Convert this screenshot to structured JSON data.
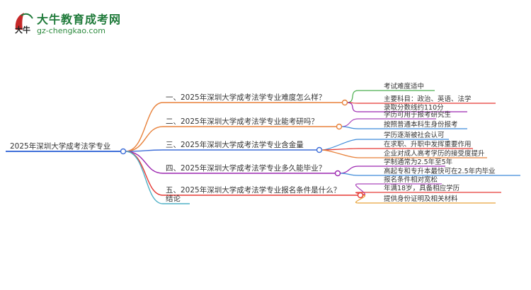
{
  "brand": {
    "logo_glyph": "大牛",
    "name": "大牛教育成考网",
    "url": "gz-chengkao.com"
  },
  "mindmap": {
    "root": "2025年深圳大学成考法学专业",
    "branches": [
      {
        "label": "一、2025年深圳大学成考法学专业难度怎么样？",
        "color": "#e8813a",
        "leaves": [
          {
            "text": "考试难度适中",
            "color": "#4caf50"
          },
          {
            "text": "主要科目：政治、英语、法学",
            "color": "#e53935"
          },
          {
            "text": "录取分数线约110分",
            "color": "#9c27b0"
          }
        ]
      },
      {
        "label": "二、2025年深圳大学成考法学专业能考研吗？",
        "color": "#e8813a",
        "leaves": [
          {
            "text": "学历可用于报考研究生",
            "color": "#ab47bc"
          },
          {
            "text": "按照普通本科生身份报考",
            "color": "#3f8bd9"
          }
        ]
      },
      {
        "label": "三、2025年深圳大学成考法学专业含金量",
        "color": "#3f6fd9",
        "leaves": [
          {
            "text": "学历逐渐被社会认可",
            "color": "#3f8bd9"
          },
          {
            "text": "在求职、升职中发挥重要作用",
            "color": "#e53935"
          },
          {
            "text": "企业对成人高考学历的接受度提升",
            "color": "#e8813a"
          }
        ]
      },
      {
        "label": "四、2025年深圳大学成考法学专业多久能毕业？",
        "color": "#9c27b0",
        "leaves": [
          {
            "text": "学制通常为2.5年至5年",
            "color": "#9c27b0"
          },
          {
            "text": "高起专和专升本最快可在2.5年内毕业",
            "color": "#3f8bd9"
          }
        ]
      },
      {
        "label": "五、2025年深圳大学成考法学专业报名条件是什么？",
        "color": "#e53935",
        "leaves": [
          {
            "text": "报名条件相对宽松",
            "color": "#ab47bc"
          },
          {
            "text": "年满18岁，具备相应学历",
            "color": "#e53935"
          },
          {
            "text": "提供身份证明及相关材料",
            "color": "#e8a33a"
          }
        ]
      },
      {
        "label": "结论",
        "color": "#4fb0c6",
        "leaves": []
      }
    ]
  }
}
